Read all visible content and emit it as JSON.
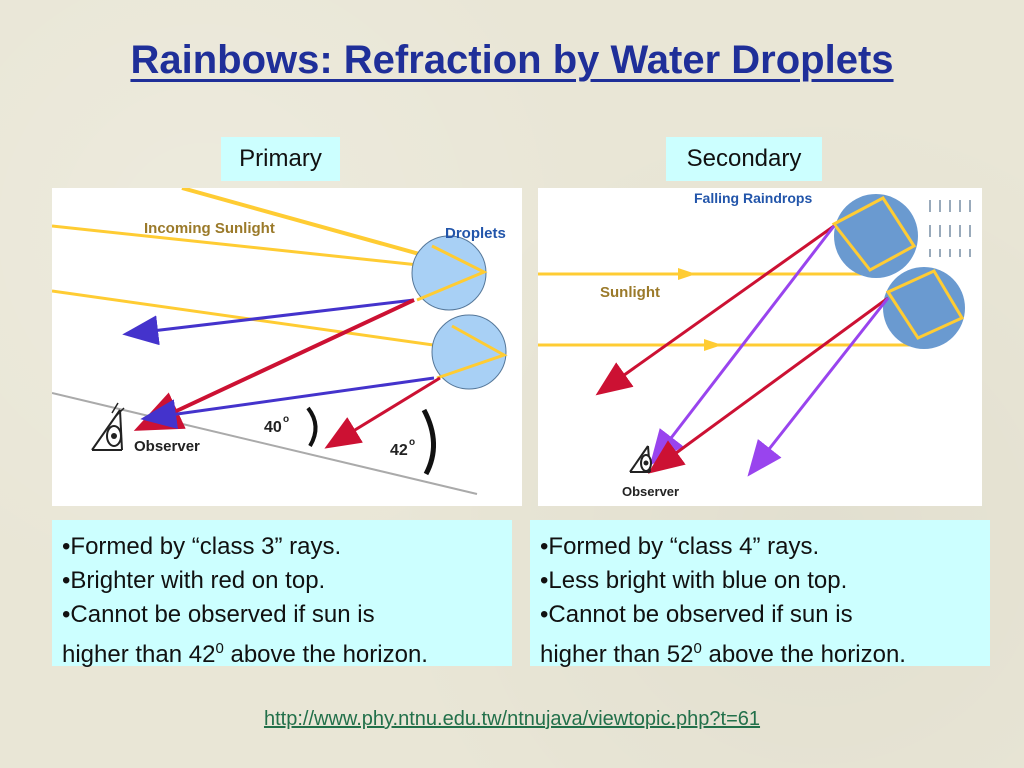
{
  "slide": {
    "title": "Rainbows: Refraction by Water Droplets",
    "link": "http://www.phy.ntnu.edu.tw/ntnujava/viewtopic.php?t=61"
  },
  "primary": {
    "label": "Primary",
    "diagram": {
      "incoming": "Incoming Sunlight",
      "droplets": "Droplets",
      "observer": "Observer",
      "angle1": "40",
      "angle2": "42",
      "degree": "o"
    },
    "bullets": {
      "b1": "•Formed by “class 3” rays.",
      "b2": "•Brighter with red on top.",
      "b3": "•Cannot be observed if sun is",
      "b4_pre": "higher than 42",
      "b4_sup": "0",
      "b4_post": " above the horizon."
    }
  },
  "secondary": {
    "label": "Secondary",
    "diagram": {
      "falling": "Falling Raindrops",
      "sunlight": "Sunlight",
      "observer": "Observer"
    },
    "bullets": {
      "b1": "•Formed by “class 4” rays.",
      "b2": "•Less bright with blue on top.",
      "b3": "•Cannot be observed if sun is",
      "b4_pre": "higher than 52",
      "b4_sup": "0",
      "b4_post": " above the horizon."
    }
  },
  "colors": {
    "title": "#1f2f99",
    "label_bg": "#ccffff",
    "sun_ray": "#ffcc33",
    "red_ray": "#cc1133",
    "blue_ray": "#4433cc",
    "violet_ray": "#9944ee",
    "droplet": "#a8d0f5",
    "raindrop": "#6699cc"
  }
}
